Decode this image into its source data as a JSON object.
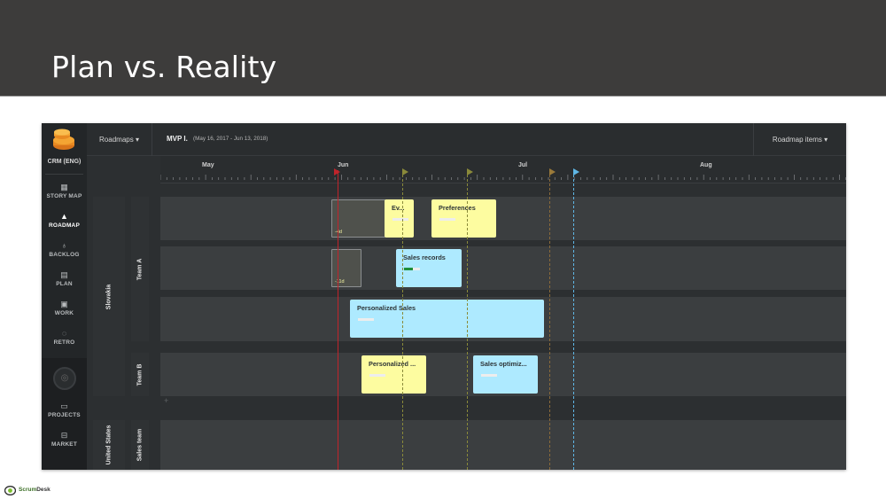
{
  "slide": {
    "title": "Plan vs. Reality"
  },
  "sidebar": {
    "project": "CRM (ENG)",
    "items": [
      {
        "icon": "grid-icon",
        "label": "STORY MAP",
        "active": false
      },
      {
        "icon": "roadmap-icon",
        "label": "ROADMAP",
        "active": true
      },
      {
        "icon": "lightbulb-icon",
        "label": "BACKLOG",
        "active": false
      },
      {
        "icon": "calendar-icon",
        "label": "PLAN",
        "active": false
      },
      {
        "icon": "briefcase-icon",
        "label": "WORK",
        "active": false
      },
      {
        "icon": "chat-icon",
        "label": "RETRO",
        "active": false
      }
    ],
    "lower_items": [
      {
        "icon": "folder-icon",
        "label": "PROJECTS"
      },
      {
        "icon": "basket-icon",
        "label": "MARKET"
      }
    ]
  },
  "topbar": {
    "roadmaps_menu": "Roadmaps ▾",
    "roadmap_title": "MVP I.",
    "roadmap_dates": "(May 16, 2017 - Jun 13, 2018)",
    "items_menu": "Roadmap items ▾"
  },
  "timeline": {
    "months": [
      "May",
      "Jun",
      "Jul",
      "Aug"
    ]
  },
  "regions": [
    "Slovakia",
    "United States"
  ],
  "teams": [
    "Team A",
    "Team B",
    "Sales team"
  ],
  "cards": [
    {
      "title": "Ev...",
      "color": "yellow",
      "progress": 0
    },
    {
      "title": "Preferences",
      "color": "yellow",
      "progress": 0
    },
    {
      "title": "Sales records",
      "color": "blue",
      "progress": 0.55
    },
    {
      "title": "Personalized Sales",
      "color": "blue",
      "progress": 0
    },
    {
      "title": "Personalized ...",
      "color": "yellow",
      "progress": 0
    },
    {
      "title": "Sales optimiz...",
      "color": "blue",
      "progress": 0
    }
  ],
  "delays": [
    "-4d",
    "-11d"
  ],
  "colors": {
    "today_line": "#c0242b",
    "flag_olive": "#8a8a3a",
    "flag_blue": "#5fb7e6",
    "card_yellow": "#fdfca0",
    "card_blue": "#aeeaff"
  },
  "footer": {
    "brand_part1": "Scrum",
    "brand_part2": "Desk"
  }
}
